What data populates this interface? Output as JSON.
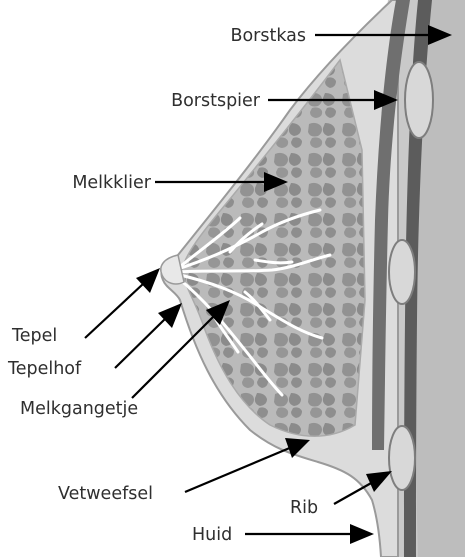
{
  "labels": {
    "borstkas": "Borstkas",
    "borstspier": "Borstspier",
    "melkklier": "Melkklier",
    "tepel": "Tepel",
    "tepelhof": "Tepelhof",
    "melkgangetje": "Melkgangetje",
    "vetweefsel": "Vetweefsel",
    "rib": "Rib",
    "huid": "Huid"
  },
  "colors": {
    "background": "#ffffff",
    "skin_fill": "#dcdcdc",
    "skin_outline": "#9a9a9a",
    "chest_wall": "#c9c9c9",
    "muscle": "#6f6f6f",
    "gland_lobes": "#8d8d8d",
    "ducts": "#ffffff",
    "rib": "#d8d8d8",
    "arrows": "#000000",
    "label_text": "#2f2f2f"
  }
}
